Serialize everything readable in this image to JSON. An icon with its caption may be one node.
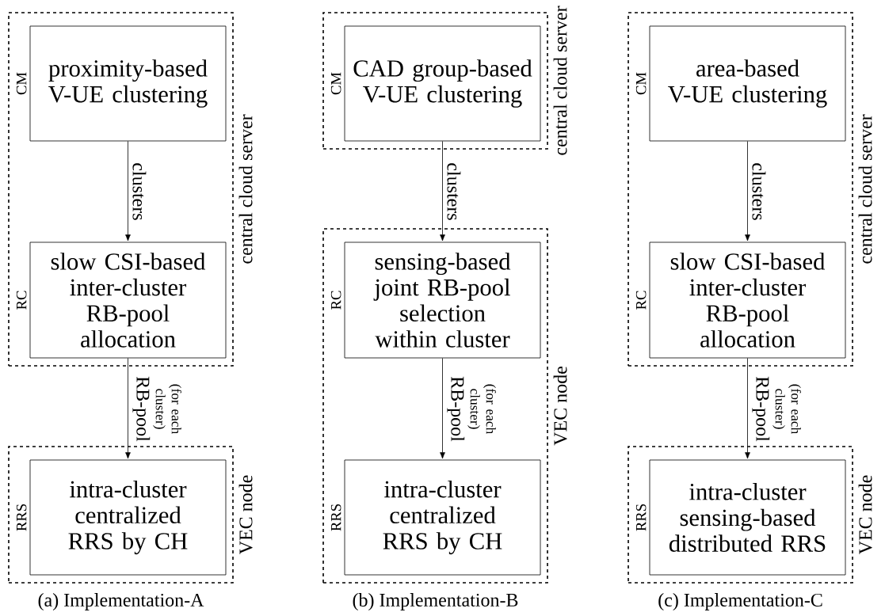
{
  "diagram": {
    "nodes": [
      {
        "text": [
          "central cloud server"
        ]
      },
      {
        "text": [
          "proximity-based V-UE clustering"
        ],
        "in": 0,
        "beside": [
          "CM"
        ]
      },
      {
        "text": [
          "slow CSI-based inter-cluster RB-pool allocation"
        ],
        "in": 0,
        "beside": [
          "RC"
        ]
      },
      {
        "text": [
          "VEC node"
        ]
      },
      {
        "text": [
          "intra-cluster centralized RRS by CH"
        ],
        "in": 3,
        "beside": [
          "RRS"
        ]
      },
      {
        "text": [
          "central cloud server"
        ]
      },
      {
        "text": [
          "CAD group-based V-UE clustering"
        ],
        "in": 5,
        "beside": [
          "CM"
        ]
      },
      {
        "text": [
          "VEC node"
        ]
      },
      {
        "text": [
          "sensing-based joint RB-pool selection within cluster"
        ],
        "in": 7,
        "beside": [
          "RC"
        ]
      },
      {
        "text": [
          "intra-cluster centralized RRS by CH"
        ],
        "in": 7,
        "beside": [
          "RRS"
        ]
      },
      {
        "text": [
          "central cloud server"
        ]
      },
      {
        "text": [
          "area-based V-UE clustering"
        ],
        "in": 10,
        "beside": [
          "CM"
        ]
      },
      {
        "text": [
          "slow CSI-based inter-cluster RB-pool allocation"
        ],
        "in": 10,
        "beside": [
          "RC"
        ]
      },
      {
        "text": [
          "VEC node"
        ]
      },
      {
        "text": [
          "intra-cluster sensing-based distributed RRS"
        ],
        "in": 13,
        "beside": [
          "RRS"
        ]
      }
    ],
    "edges": [
      {
        "from": 1,
        "to": 2,
        "arrow": "to",
        "label": "clusters"
      },
      {
        "from": 2,
        "to": 4,
        "arrow": "to",
        "label": "RB-pool"
      },
      {
        "from": 6,
        "to": 8,
        "arrow": "to",
        "label": "clusters"
      },
      {
        "from": 8,
        "to": 9,
        "arrow": "to",
        "label": "RB-pool"
      },
      {
        "from": 11,
        "to": 12,
        "arrow": "to",
        "label": "clusters"
      },
      {
        "from": 12,
        "to": 14,
        "arrow": "to",
        "label": "RB-pool"
      }
    ],
    "labels": [
      "(for each cluster)",
      "(for each cluster)",
      "(for each cluster)",
      "(a) Implementation-A",
      "(b) Implementation-B",
      "(c) Implementation-C"
    ]
  }
}
